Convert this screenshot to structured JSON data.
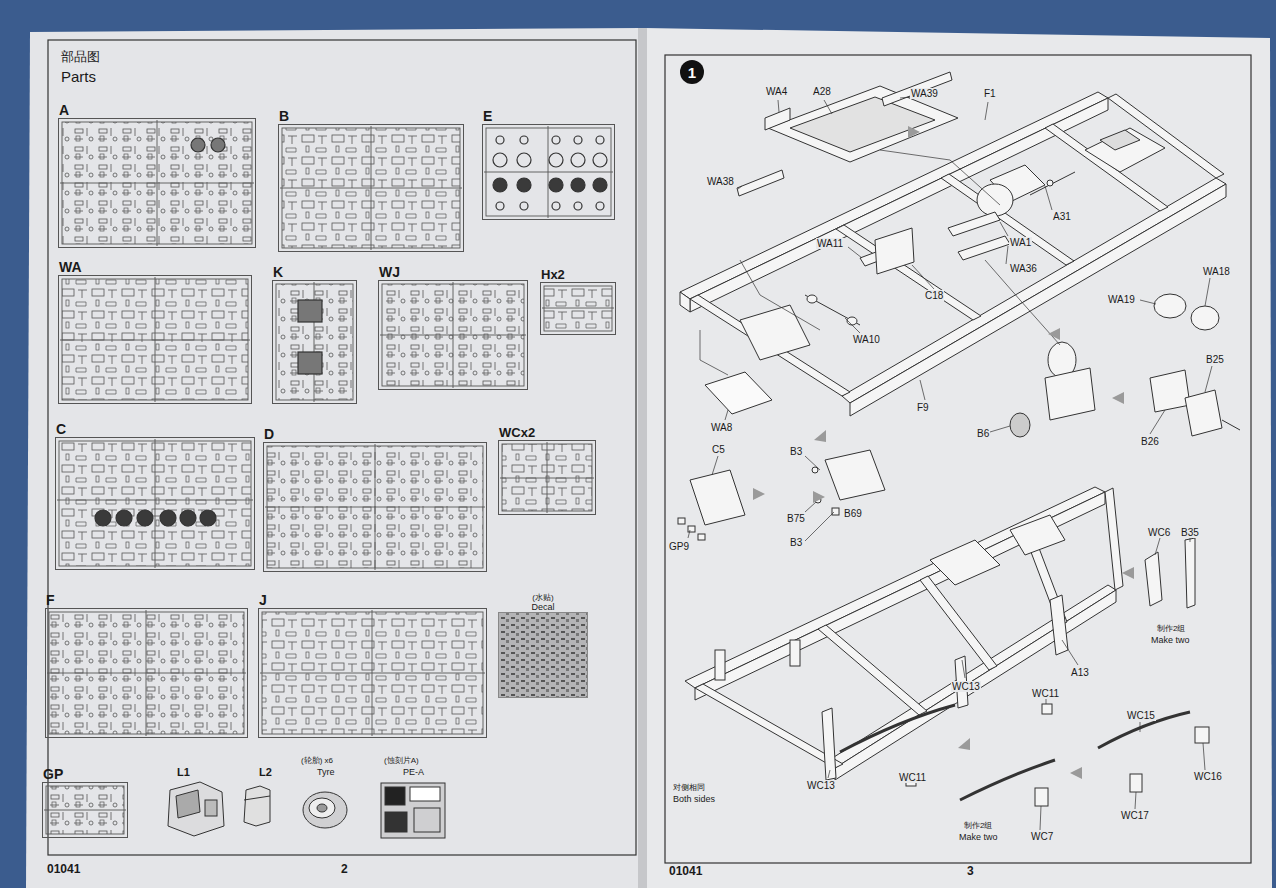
{
  "diagram": {
    "nodes": [
      {
        "text": [
          "A"
        ]
      },
      {
        "text": [
          "B"
        ]
      },
      {
        "text": [
          "E"
        ]
      },
      {
        "text": [
          "WA"
        ]
      },
      {
        "text": [
          "K"
        ]
      },
      {
        "text": [
          "WJ"
        ]
      },
      {
        "text": [
          "Hx2"
        ]
      },
      {
        "text": [
          "C"
        ]
      },
      {
        "text": [
          "D"
        ]
      },
      {
        "text": [
          "WCx2"
        ]
      },
      {
        "text": [
          "F"
        ]
      },
      {
        "text": [
          "J"
        ]
      },
      {
        "text": [
          "(水贴)",
          "Decal"
        ]
      },
      {
        "text": [
          "GP"
        ]
      },
      {
        "text": [
          "1"
        ]
      }
    ],
    "labels": [
      "部品图",
      "Parts",
      "L1",
      "L2",
      "(轮胎) x6",
      "Tyre",
      "(蚀刻片A)",
      "PE-A",
      "01041",
      "2",
      "WA4",
      "A28",
      "WA39",
      "F1",
      "WA38",
      "A31",
      "WA1",
      "WA11",
      "WA36",
      "C18",
      "WA18",
      "WA19",
      "WA10",
      "B25",
      "F9",
      "B6",
      "B26",
      "WA8",
      "C5",
      "B3",
      "B75",
      "B3",
      "B69",
      "GP9",
      "WC6",
      "B35",
      "制作2组",
      "Make two",
      "A13",
      "WC13",
      "WC11",
      "WC15",
      "WC13",
      "WC11",
      "WC16",
      "对侧相同",
      "Both sides",
      "WC17",
      "WC7",
      "制作2组",
      "Make two",
      "01041",
      "3"
    ]
  }
}
